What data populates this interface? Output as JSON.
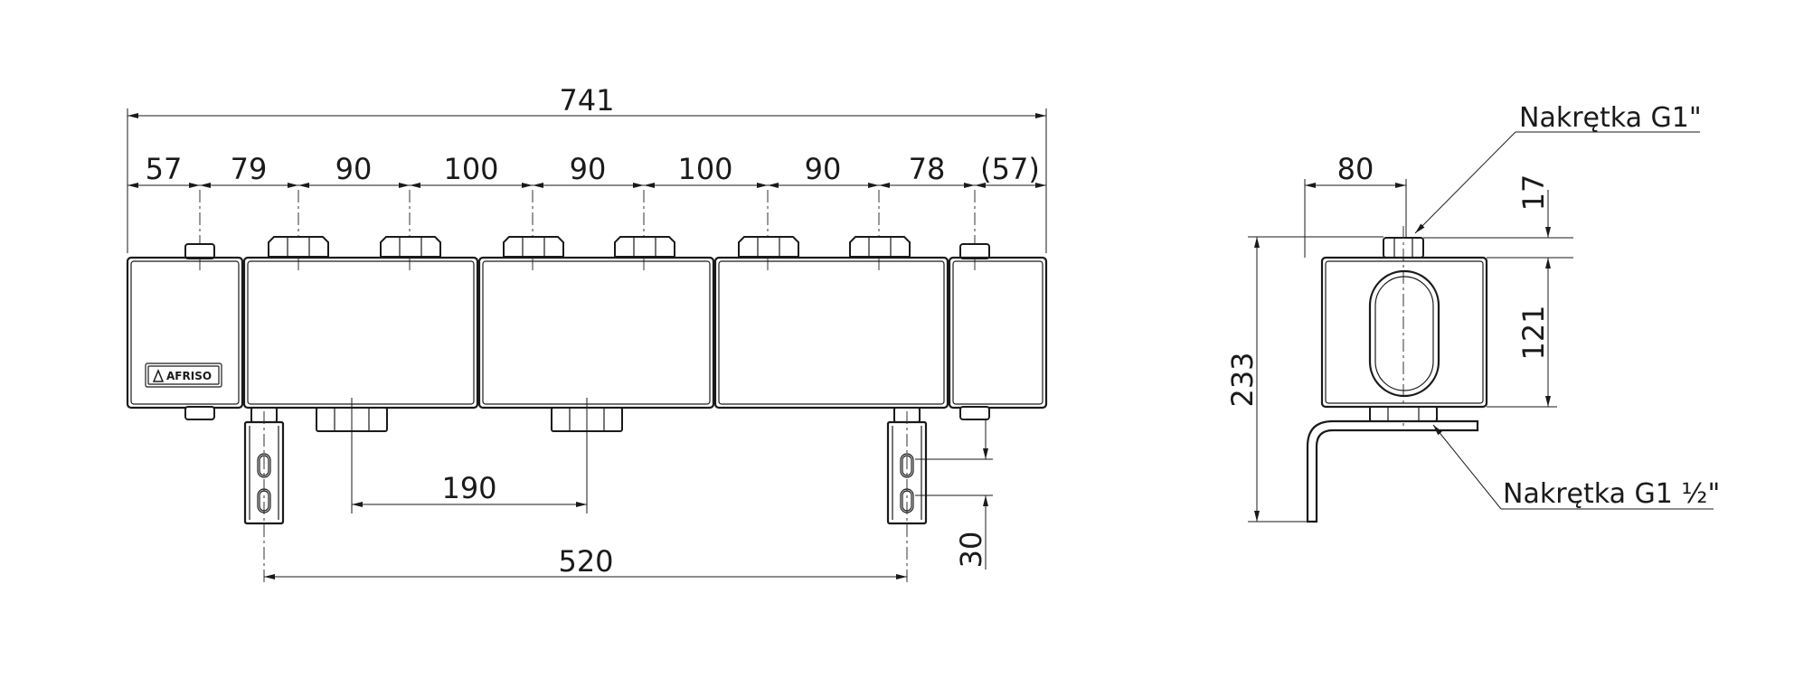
{
  "front_view": {
    "overall_width": "741",
    "segments": [
      "57",
      "79",
      "90",
      "100",
      "90",
      "100",
      "90",
      "78",
      "(57)"
    ],
    "pipe_spacing": "190",
    "bracket_spacing": "520",
    "bracket_slot": "30",
    "logo_text": "AFRISO"
  },
  "side_view": {
    "width": "80",
    "top_offset": "17",
    "body_height": "121",
    "total_height": "233"
  },
  "callouts": {
    "nut_g1": "Nakrętka G1\"",
    "nut_g1_half": "Nakrętka G1 ½\""
  }
}
